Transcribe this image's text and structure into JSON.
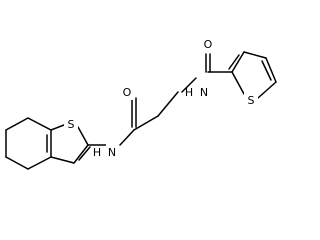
{
  "molecule": {
    "atoms": [
      {
        "label": "O"
      },
      {
        "label": "N"
      },
      {
        "label": "H"
      },
      {
        "label": "S"
      },
      {
        "label": "O"
      },
      {
        "label": "N"
      },
      {
        "label": "H"
      },
      {
        "label": "S"
      }
    ]
  },
  "colors": {
    "bond": "#000000",
    "background": "#ffffff"
  }
}
